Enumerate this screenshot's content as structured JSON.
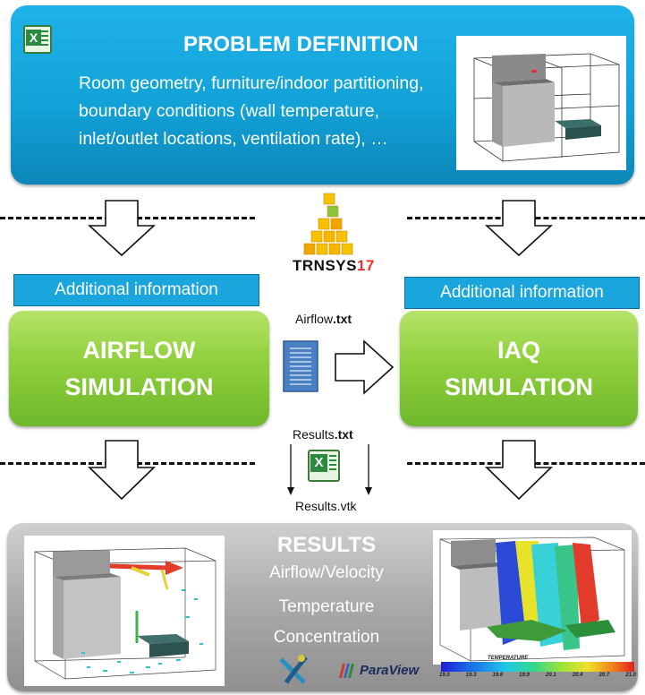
{
  "problem": {
    "title": "PROBLEM DEFINITION",
    "text": "Room geometry, furniture/indoor partitioning, boundary conditions (wall temperature, inlet/outlet locations, ventilation rate), …"
  },
  "left": {
    "additional_info": "Additional information",
    "simulation_line1": "AIRFLOW",
    "simulation_line2": "SIMULATION"
  },
  "right": {
    "additional_info": "Additional information",
    "simulation_line1": "IAQ",
    "simulation_line2": "SIMULATION"
  },
  "center": {
    "trnsys_name": "TRNSYS",
    "trnsys_version": "17",
    "airflow_file_name": "Airflow",
    "airflow_file_ext": ".txt",
    "results_txt_name": "Results",
    "results_txt_ext": ".txt",
    "results_vtk": "Results.vtk"
  },
  "results": {
    "title": "RESULTS",
    "line1": "Airflow/Velocity",
    "line2": "Temperature",
    "line3": "Concentration",
    "paraview_label": "ParaView",
    "colorbar_title": "TEMPERATURE",
    "colorbar_ticks": [
      "19.0",
      "19.3",
      "19.6",
      "19.9",
      "20.1",
      "20.4",
      "20.7",
      "21.0"
    ]
  },
  "colors": {
    "problem_blue": "#12a2d8",
    "sim_green": "#8fcf3c",
    "results_gray": "#a9a9a9"
  },
  "icons": [
    "excel-icon",
    "trnsys-logo-icon",
    "document-icon",
    "paraview-logo-icon",
    "visit-logo-icon"
  ]
}
